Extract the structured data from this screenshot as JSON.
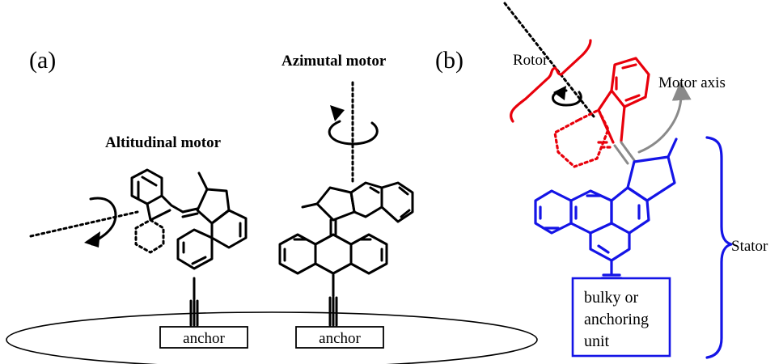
{
  "panel_a_label": "(a)",
  "panel_b_label": "(b)",
  "altitudinal_label": "Altitudinal motor",
  "azimutal_label": "Azimutal motor",
  "anchor_label_left": "anchor",
  "anchor_label_right": "anchor",
  "rotor_label": "Rotor",
  "motor_axis_label": "Motor axis",
  "stator_label": "Stator",
  "unit_box_lines": [
    "bulky or",
    "anchoring",
    "unit"
  ],
  "colors": {
    "rotor": "#e8000b",
    "stator": "#1414e6",
    "axis_arrow": "#8a8a8a",
    "ink": "#000000"
  }
}
